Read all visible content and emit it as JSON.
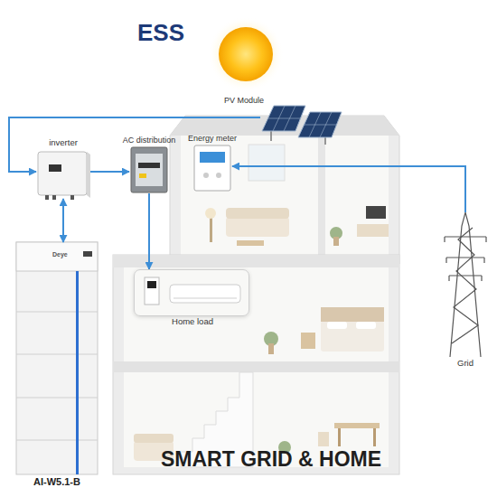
{
  "diagram": {
    "title": "ESS",
    "caption": "SMART GRID & HOME",
    "nodes": [
      {
        "text": [
          "PV Module"
        ]
      },
      {
        "text": [
          "inverter"
        ]
      },
      {
        "text": [
          "AC distribution"
        ]
      },
      {
        "text": [
          "Energy meter"
        ]
      },
      {
        "text": [
          "Home load"
        ]
      },
      {
        "text": [
          "AI-W5.1-B"
        ]
      },
      {
        "text": [
          "Grid"
        ]
      }
    ],
    "edges": [
      {
        "from": 0,
        "to": 1,
        "arrow": "to"
      },
      {
        "from": 1,
        "to": 2,
        "arrow": "to"
      },
      {
        "from": 2,
        "to": 4,
        "arrow": "to"
      },
      {
        "from": 6,
        "to": 3,
        "arrow": "to"
      },
      {
        "from": 1,
        "to": 5,
        "arrow": "both"
      }
    ],
    "labels": [
      "Deye"
    ]
  }
}
